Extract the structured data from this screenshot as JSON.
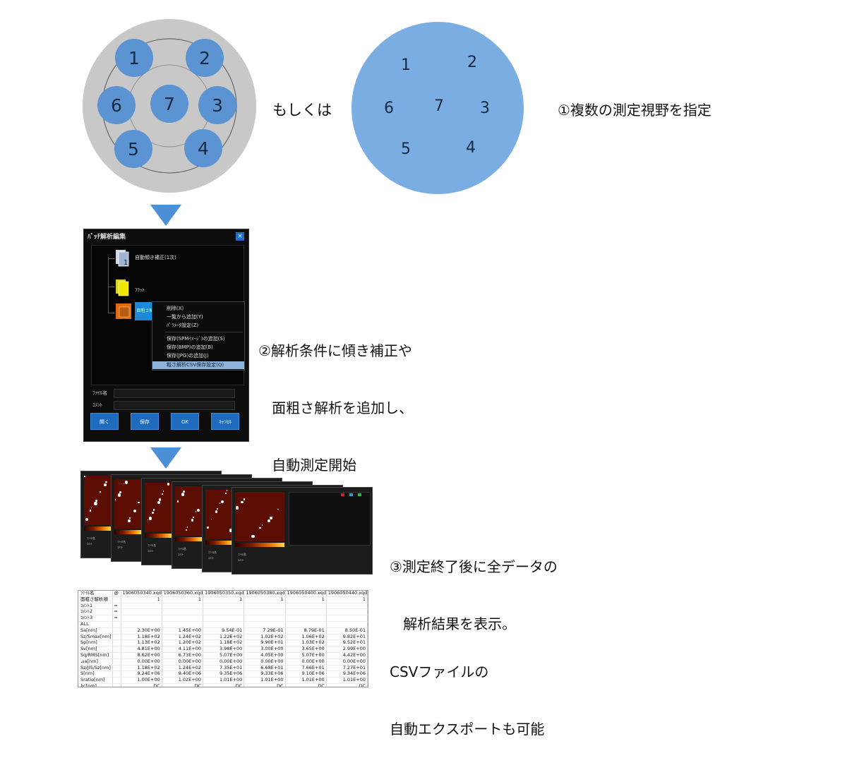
{
  "step1": {
    "sample_points": [
      "1",
      "2",
      "3",
      "4",
      "5",
      "6",
      "7"
    ],
    "or_text": "もしくは",
    "view_points": [
      "1",
      "2",
      "3",
      "4",
      "5",
      "6",
      "7"
    ],
    "caption": "①複数の測定視野を指定",
    "colors": {
      "disk": "#c8c8c8",
      "spot": "#5b93d3",
      "view": "#7aaee3"
    }
  },
  "step2": {
    "caption_lines": [
      "②解析条件に傾き補正や",
      "   面粗さ解析を追加し、",
      "   自動測定開始"
    ],
    "dialog": {
      "title": "ﾊﾞｯﾁ解析編集",
      "close": "×",
      "nodes": [
        {
          "label": "自動傾き補正(1次)",
          "icon": "page-icon"
        },
        {
          "label": "ﾌﾗｯﾄ",
          "icon": "folder-icon"
        },
        {
          "label": "面粗さ解析",
          "icon": "roughness-icon"
        }
      ],
      "context_menu": [
        "削除(X)",
        "一覧から追加(Y)",
        "ﾊﾟﾗﾒｰﾀ設定(Z)",
        "保存(SPMｲﾒｰｼﾞ)の追加(S)",
        "保存(BMP)の追加(B)",
        "保存(JPG)の追加(J)",
        "粗さ解析CSV保存設定(Q)"
      ],
      "file_label": "ﾌｧｲﾙ名",
      "comment_label": "ｺﾒﾝﾄ",
      "buttons": [
        "開く",
        "保存",
        "OK",
        "ｷｬﾝｾﾙ"
      ]
    }
  },
  "step3": {
    "caption_lines": [
      "③測定終了後に全データの",
      "   解析結果を表示。"
    ]
  },
  "step4": {
    "caption_lines": [
      "CSVファイルの",
      "自動エクスポートも可能"
    ],
    "table": {
      "header": [
        "ﾌｧｲﾙ名",
        "@",
        "1906050340.xqdx",
        "1906050360.xqdx",
        "1906050350.xqdx",
        "1906050380.xqdx",
        "1906050400.xqdx",
        "1906050440.xqdx"
      ],
      "rows": [
        [
          "面粗さ解析順",
          "",
          "1",
          "1",
          "1",
          "1",
          "1",
          "1"
        ],
        [
          "ｺﾒﾝﾄ1",
          "=",
          "",
          "",
          "",
          "",
          "",
          ""
        ],
        [
          "ｺﾒﾝﾄ2",
          "=",
          "",
          "",
          "",
          "",
          "",
          ""
        ],
        [
          "ｺﾒﾝﾄ3",
          "=",
          "",
          "",
          "",
          "",
          "",
          ""
        ],
        [
          "ALL",
          "",
          "",
          "",
          "",
          "",
          "",
          ""
        ],
        [
          "Sa[nm]",
          "",
          "2.30E+00",
          "1.45E+00",
          "9.54E-01",
          "7.29E-01",
          "8.79E-01",
          "8.50E-01"
        ],
        [
          "Sz/Smax[nm]",
          "",
          "1.18E+02",
          "1.24E+02",
          "1.22E+02",
          "1.02E+02",
          "1.06E+02",
          "9.82E+01"
        ],
        [
          "Sp[nm]",
          "",
          "1.13E+02",
          "1.20E+02",
          "1.18E+02",
          "9.90E+01",
          "1.03E+02",
          "9.52E+01"
        ],
        [
          "Sv[nm]",
          "",
          "4.81E+00",
          "4.11E+00",
          "3.98E+00",
          "3.00E+00",
          "3.65E+00",
          "2.99E+00"
        ],
        [
          "Sq/RMS[nm]",
          "",
          "8.62E+00",
          "6.73E+00",
          "5.07E+00",
          "4.05E+00",
          "5.07E+00",
          "4.42E+00"
        ],
        [
          "⊿a[nm]",
          "",
          "0.00E+00",
          "0.00E+00",
          "0.00E+00",
          "0.00E+00",
          "0.00E+00",
          "0.00E+00"
        ],
        [
          "Sz/JIS/Sz[nm]",
          "",
          "1.18E+02",
          "1.24E+02",
          "7.35E+01",
          "6.68E+01",
          "7.66E+01",
          "7.27E+01"
        ],
        [
          "S[nm]",
          "",
          "9.24E+06",
          "9.40E+06",
          "9.35E+06",
          "9.33E+06",
          "9.10E+06",
          "9.34E+06"
        ],
        [
          "Sratio[nm]",
          "",
          "1.00E+00",
          "1.02E+00",
          "1.01E+00",
          "1.01E+00",
          "1.01E+00",
          "1.01E+00"
        ],
        [
          "λc[nm]",
          "",
          "DC",
          "DC",
          "DC",
          "DC",
          "DC",
          "DC"
        ]
      ]
    }
  }
}
